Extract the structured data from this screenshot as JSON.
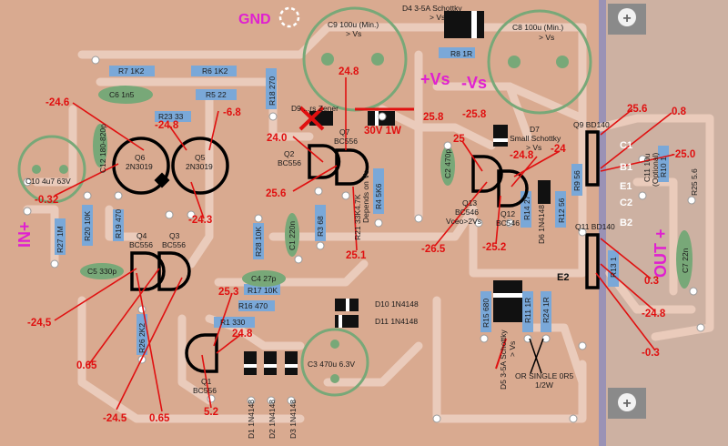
{
  "labels": {
    "gnd": "GND",
    "vs_pos": "+Vs",
    "vs_neg": "-Vs",
    "in": "IN+",
    "out": "OUT +",
    "c1": "C1",
    "b1": "B1",
    "e1": "E1",
    "c2": "C2",
    "b2": "B2",
    "e2": "E2"
  },
  "components": {
    "c9": [
      "C9 100u (Min.)",
      "> Vs"
    ],
    "c8": [
      "C8 100u (Min.)",
      "> Vs"
    ],
    "d4": "D4 3-5A Schottky",
    "d4b": "> Vs",
    "r8": "R8 1R",
    "r7": "R7 1K2",
    "r6": "R6 1K2",
    "c6": "C6 1n5",
    "r5": "R5 22",
    "r23": "R23 33",
    "r18": "R18 270",
    "d9": "D9 ...rs Zener",
    "d9b": "30V 1W",
    "q7": [
      "Q7",
      "BC556"
    ],
    "q2": [
      "Q2",
      "BC556"
    ],
    "q6": [
      "Q6",
      "2N3019"
    ],
    "q5": [
      "Q5",
      "2N3019"
    ],
    "c12": "C12 180-820p",
    "c10": "C10 4u7 63V",
    "r21": [
      "R21 33K4.7K",
      "Depends on Vs"
    ],
    "r4": "R4 5K6",
    "c2": "C2 470p",
    "d7": [
      "D7",
      "Small Schottky",
      "> Vs"
    ],
    "q9": "Q9 BD140",
    "q13": [
      "Q13",
      "BC546",
      "Vceo>2Vs"
    ],
    "q12": [
      "Q12",
      "BC546"
    ],
    "r14": "R14 27",
    "d6": "D6 1N4148",
    "r12": "R12 56",
    "r9": "R9 56",
    "c11": [
      "C11 10u",
      "(Optional)"
    ],
    "r10": "R10 1",
    "r25": "R25 5.6",
    "c7": "C7 22n",
    "q11": "Q11 BD140",
    "r13": "R13 1",
    "r27": "R27 1M",
    "r20": "R20 10K",
    "r19": "R19 470",
    "q4": [
      "Q4",
      "BC556"
    ],
    "q3": [
      "Q3",
      "BC556"
    ],
    "r28": "R28 10K",
    "c1": "C1 220n",
    "r3": "R3 68",
    "c5": "C5 330p",
    "r26": "R26 2K2",
    "c4": "C4 27p",
    "r17": "R17 10K",
    "r16": "R16 470",
    "r1": "R1 330",
    "d10": "D10 1N4148",
    "d11": "D11 1N4148",
    "q1": [
      "Q1",
      "BC556"
    ],
    "c3": "C3 470u 6.3V",
    "d1": "D1 1N4148",
    "d2": "D2 1N4148",
    "d3": "D3 1N4148",
    "r15": "R15 680",
    "r11": "R11 1R",
    "r24": "R24 1R",
    "d5": [
      "D5 3-5A Schottky",
      "> Vs"
    ],
    "d5b": [
      "OR SINGLE 0R5",
      "1/2W"
    ]
  },
  "voltages": {
    "v1": "-24.6",
    "v2": "-24.8",
    "v3": "-6.8",
    "v4": "-0.32",
    "v5": "-24.3",
    "v6": "24.0",
    "v7": "24.8",
    "v8": "25.8",
    "v9": "-25.8",
    "v10": "25.6",
    "v11": "25.1",
    "v12": "25",
    "v13": "-24",
    "v14": "-24.8",
    "v15": "25.6",
    "v16": "0.8",
    "v17": "-25.0",
    "v18": "-26.5",
    "v19": "-25.2",
    "v20": "0.3",
    "v21": "-24.8",
    "v22": "-0.3",
    "v23": "25.3",
    "v24": "24.8",
    "v25": "-24,5",
    "v26": "0.65",
    "v27": "-24.5",
    "v28": "0.65",
    "v29": "5.2"
  },
  "colors": {
    "board": "#d9aa90",
    "trace": "#e9c9b8",
    "label_red": "#e01010",
    "label_magenta": "#e020d0",
    "cap_green": "#78a878",
    "resistor_blue": "#7aa8d8"
  }
}
